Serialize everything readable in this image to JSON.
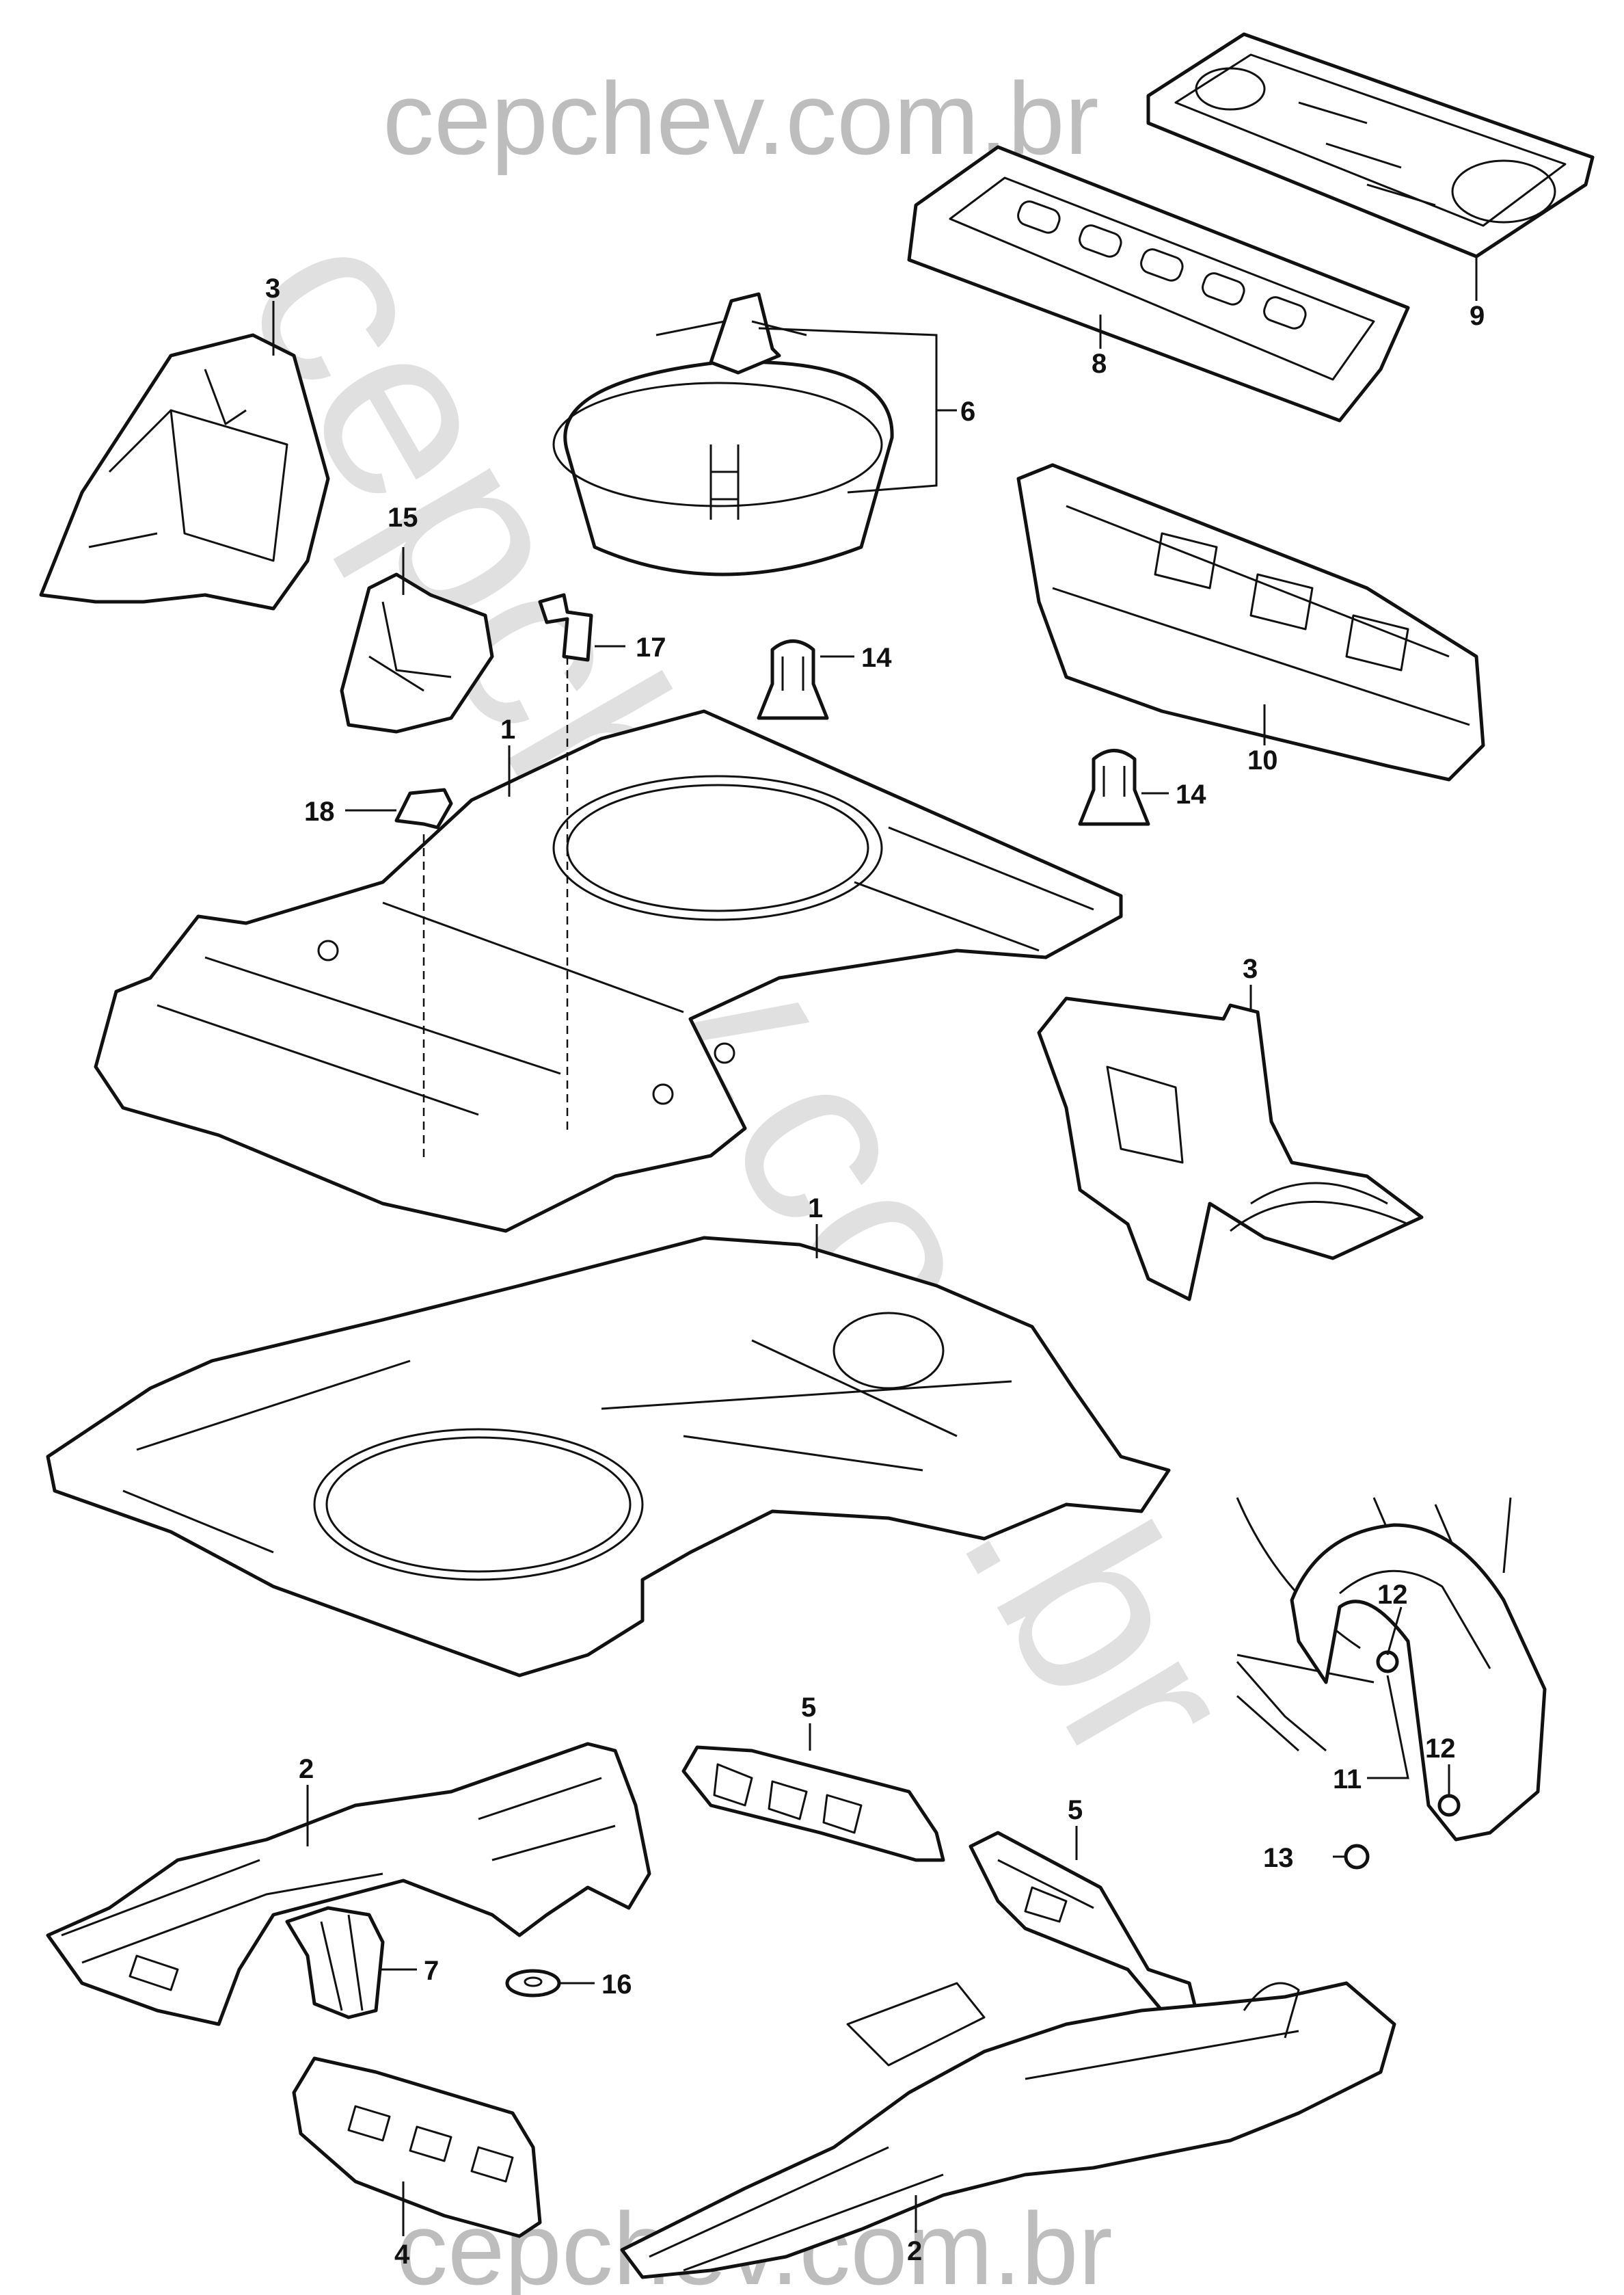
{
  "watermark": {
    "top": "cepchev.com.br",
    "bottom": "cepchev.com.br",
    "diagonal": "cepchev.com.br"
  },
  "callouts": {
    "c1a": "1",
    "c1b": "1",
    "c2a": "2",
    "c2b": "2",
    "c3a": "3",
    "c3b": "3",
    "c4": "4",
    "c5a": "5",
    "c5b": "5",
    "c6": "6",
    "c7": "7",
    "c8": "8",
    "c9": "9",
    "c10": "10",
    "c11": "11",
    "c12a": "12",
    "c12b": "12",
    "c13": "13",
    "c14a": "14",
    "c14b": "14",
    "c15": "15",
    "c16": "16",
    "c17": "17",
    "c18": "18"
  },
  "colors": {
    "line": "#111111",
    "watermark": "#bdbdbd",
    "background": "#ffffff"
  }
}
